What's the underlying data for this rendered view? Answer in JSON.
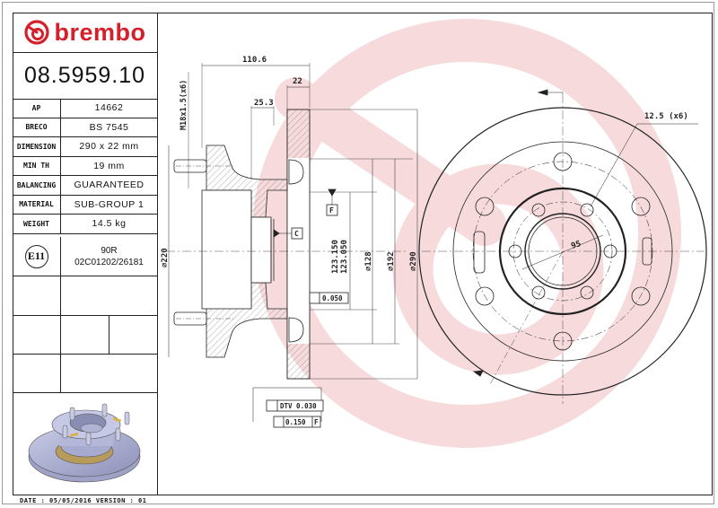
{
  "brand": {
    "logo_text": "brembo",
    "logo_color": "#d4202a",
    "watermark_color": "#f6d6d8"
  },
  "part_number": "08.5959.10",
  "specs": [
    {
      "label": "AP",
      "value": "14662"
    },
    {
      "label": "BRECO",
      "value": "BS 7545"
    },
    {
      "label": "DIMENSION",
      "value": "290 x 22 mm"
    },
    {
      "label": "MIN TH",
      "value": "19 mm"
    },
    {
      "label": "BALANCING",
      "value": "GUARANTEED"
    },
    {
      "label": "MATERIAL",
      "value": "SUB-GROUP 1"
    },
    {
      "label": "WEIGHT",
      "value": "14.5 kg"
    }
  ],
  "approval": {
    "mark": "E11",
    "line1": "90R",
    "line2": "02C01202/26181"
  },
  "footer": {
    "text": "DATE : 05/05/2016 VERSION : 01"
  },
  "drawing": {
    "section_view": {
      "overall_width": "110.6",
      "disc_thickness": "22",
      "hub_offset": "25.3",
      "stud_thread": "M18x1.5(x6)",
      "hub_flange_diameter": "⌀220",
      "bore_max": "123.150",
      "bore_min": "123.050",
      "bore_prefix": "⌀",
      "diameter_128": "⌀128",
      "diameter_192": "⌀192",
      "diameter_290": "⌀290",
      "datum_f": "F",
      "datum_c": "C",
      "flatness_tolerance": "0.050",
      "dtv_label": "DTV 0.030",
      "runout_tolerance": "0.150",
      "runout_datum": "F"
    },
    "front_view": {
      "hole_callout": "12.5 (x6)",
      "pcd_label": "95"
    }
  }
}
